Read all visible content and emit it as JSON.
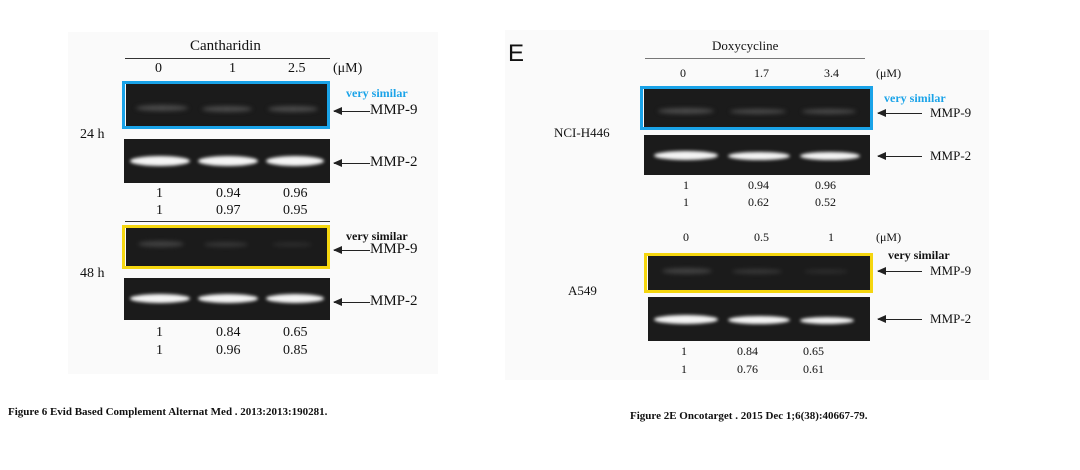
{
  "left": {
    "drug": "Cantharidin",
    "doses": [
      "0",
      "1",
      "2.5"
    ],
    "unit": "(μM)",
    "time_24": "24 h",
    "time_48": "48 h",
    "mmp9": "MMP-9",
    "mmp2": "MMP-2",
    "note_24": "very similar",
    "note_48": "very similar",
    "q24_r1": [
      "1",
      "0.94",
      "0.96"
    ],
    "q24_r2": [
      "1",
      "0.97",
      "0.95"
    ],
    "q48_r1": [
      "1",
      "0.84",
      "0.65"
    ],
    "q48_r2": [
      "1",
      "0.96",
      "0.85"
    ],
    "highlight_24_color": "#1aa3e8",
    "highlight_48_color": "#f5d60f"
  },
  "right": {
    "panel_letter": "E",
    "drug": "Doxycycline",
    "doses_top": [
      "0",
      "1.7",
      "3.4"
    ],
    "unit": "(μM)",
    "doses_bottom": [
      "0",
      "0.5",
      "1"
    ],
    "unit2": "(μM)",
    "cell_top": "NCI-H446",
    "cell_bottom": "A549",
    "mmp9": "MMP-9",
    "mmp2": "MMP-2",
    "note_top": "very similar",
    "note_bottom": "very similar",
    "qt_r1": [
      "1",
      "0.94",
      "0.96"
    ],
    "qt_r2": [
      "1",
      "0.62",
      "0.52"
    ],
    "qb_r1": [
      "1",
      "0.84",
      "0.65"
    ],
    "qb_r2": [
      "1",
      "0.76",
      "0.61"
    ],
    "highlight_top_color": "#1aa3e8",
    "highlight_bottom_color": "#f5d60f"
  },
  "captions": {
    "left": "Figure 6 Evid Based Complement Alternat Med . 2013:2013:190281.",
    "right": "Figure 2E Oncotarget . 2015 Dec 1;6(38):40667-79."
  }
}
